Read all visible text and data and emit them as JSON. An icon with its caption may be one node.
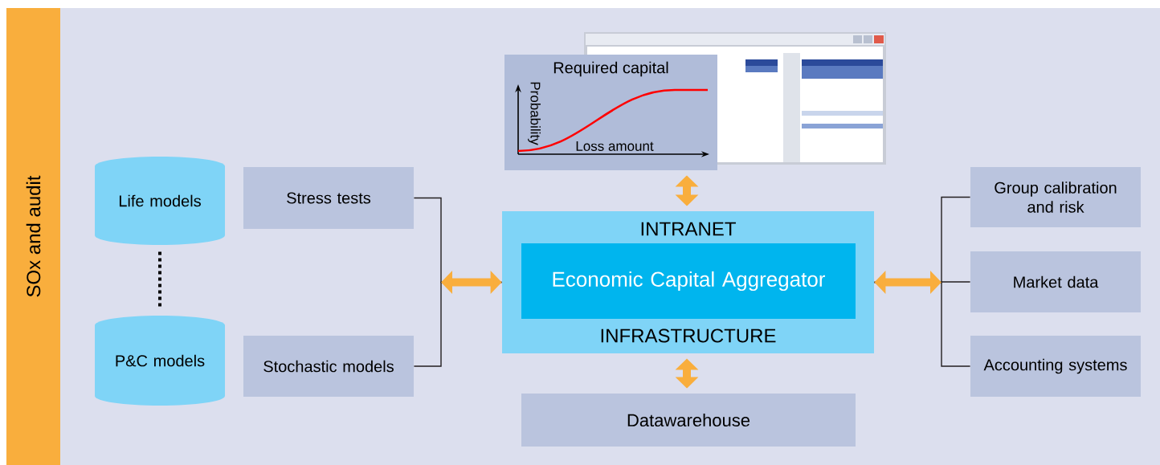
{
  "diagram": {
    "nodes": [
      {
        "text": [
          "SOx and audit"
        ]
      },
      {
        "text": [
          "Life models"
        ]
      },
      {
        "text": [
          "P&C models"
        ]
      },
      {
        "text": [
          "Stress tests"
        ]
      },
      {
        "text": [
          "Stochastic models"
        ]
      },
      {
        "text": [
          "Required capital",
          "Probability",
          "Loss amount"
        ]
      },
      {
        "text": [
          "INTRANET",
          "INFRASTRUCTURE"
        ]
      },
      {
        "text": [
          "Economic Capital Aggregator"
        ],
        "in": 6
      },
      {
        "text": [
          "Datawarehouse"
        ]
      },
      {
        "text": [
          "Group calibration and risk"
        ]
      },
      {
        "text": [
          "Market data"
        ]
      },
      {
        "text": [
          "Accounting systems"
        ]
      }
    ],
    "edges": [
      {
        "from": 1,
        "to": 2,
        "arrow": "none",
        "style": "dashed"
      },
      {
        "from": 3,
        "to": 6,
        "arrow": "to"
      },
      {
        "from": 4,
        "to": 6,
        "arrow": "to"
      },
      {
        "from": 5,
        "to": 6,
        "arrow": "both",
        "style": "thick",
        "color": "#f9ae3d"
      },
      {
        "from": 6,
        "to": 8,
        "arrow": "both",
        "style": "thick",
        "color": "#f9ae3d"
      },
      {
        "from": 9,
        "to": 6,
        "arrow": "to"
      },
      {
        "from": 10,
        "to": 6,
        "arrow": "to"
      },
      {
        "from": 11,
        "to": 6,
        "arrow": "to"
      }
    ]
  }
}
